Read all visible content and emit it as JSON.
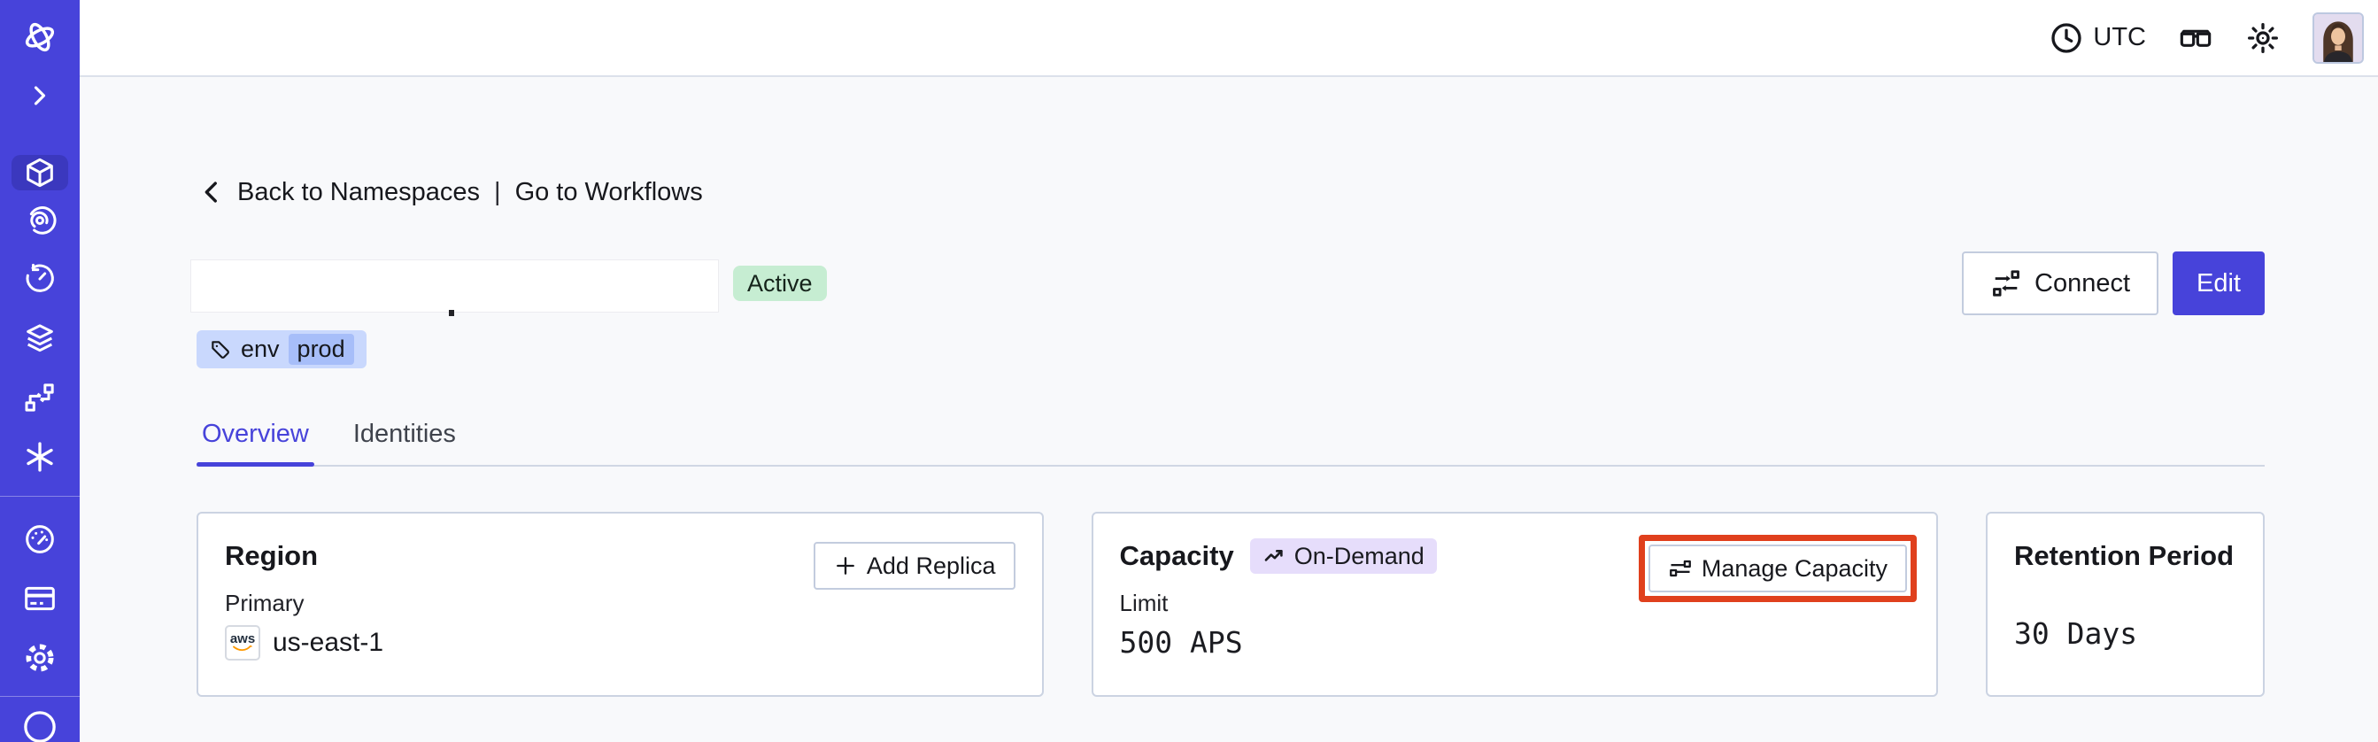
{
  "colors": {
    "accent": "#4743DA",
    "accent_active": "#3B38BE",
    "page_bg": "#F8F9FB",
    "topbar_border": "#DCE1EB",
    "card_border": "#CBD3E2",
    "button_border": "#C3CCDE",
    "status_bg": "#C6EDD2",
    "tag_bg": "#C9D8FD",
    "tag_value_bg": "#A7BEF9",
    "ondemand_bg": "#E6DDFB",
    "highlight": "#E0401D",
    "text": "#17181D",
    "text_secondary": "#3F434C",
    "aws_navy": "#232F3E",
    "aws_orange": "#FF9900"
  },
  "sidebar": {
    "items": [
      {
        "name": "namespaces",
        "icon": "cube-icon",
        "active": true
      },
      {
        "name": "workflows",
        "icon": "spiral-icon",
        "active": false
      },
      {
        "name": "schedules",
        "icon": "clock-arrow-icon",
        "active": false
      },
      {
        "name": "batch-operations",
        "icon": "layers-icon",
        "active": false
      },
      {
        "name": "deployments",
        "icon": "branch-icon",
        "active": false
      },
      {
        "name": "nexus",
        "icon": "asterisk-icon",
        "active": false
      },
      {
        "name": "usage",
        "icon": "gauge-icon",
        "active": false
      },
      {
        "name": "billing",
        "icon": "credit-card-icon",
        "active": false
      },
      {
        "name": "settings",
        "icon": "gear-icon",
        "active": false
      },
      {
        "name": "profile",
        "icon": "circle-icon",
        "active": false
      }
    ]
  },
  "topbar": {
    "timezone": "UTC"
  },
  "breadcrumb": {
    "back": "Back to Namespaces",
    "separator": "|",
    "forward": "Go to Workflows"
  },
  "namespace": {
    "status": "Active",
    "tag": {
      "key": "env",
      "value": "prod"
    }
  },
  "actions": {
    "connect": "Connect",
    "edit": "Edit"
  },
  "tabs": [
    {
      "label": "Overview",
      "active": true
    },
    {
      "label": "Identities",
      "active": false
    }
  ],
  "cards": {
    "region": {
      "title": "Region",
      "add_replica_label": "Add Replica",
      "row_label": "Primary",
      "provider": "aws",
      "value": "us-east-1"
    },
    "capacity": {
      "title": "Capacity",
      "badge": "On-Demand",
      "manage_label": "Manage Capacity",
      "row_label": "Limit",
      "value": "500 APS"
    },
    "retention": {
      "title": "Retention Period",
      "value": "30 Days"
    }
  }
}
